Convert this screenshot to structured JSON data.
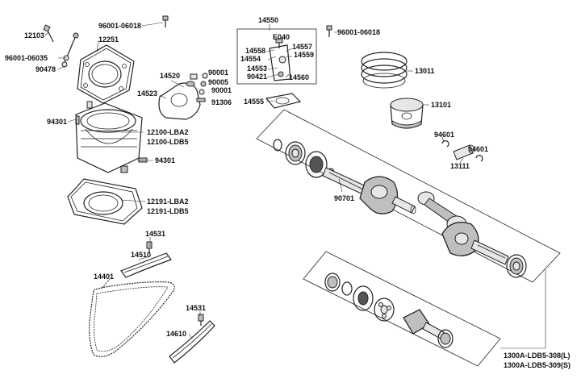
{
  "colors": {
    "line": "#222222",
    "fill_grey": "#bfbfbf",
    "fill_dark": "#555555",
    "background": "#ffffff"
  },
  "labels": {
    "p12103": "12103",
    "p12251": "12251",
    "p96001_06018_top": "96001-06018",
    "p96001_06035": "96001-06035",
    "p90478": "90478",
    "p94301_a": "94301",
    "p12100_lba2": "12100-LBA2",
    "p12100_ldb5": "12100-LDB5",
    "p94301_b": "94301",
    "p12191_lba2": "12191-LBA2",
    "p12191_ldb5": "12191-LDB5",
    "p14520": "14520",
    "p14523": "14523",
    "p90001_a": "90001",
    "p90005": "90005",
    "p90001_b": "90001",
    "p91306": "91306",
    "p14550": "14550",
    "e040": "E040",
    "p14558": "14558",
    "p14557": "14557",
    "p14554": "14554",
    "p14559": "14559",
    "p14553": "14553",
    "p90421": "90421",
    "p14560": "14560",
    "p96001_06018_right": "96001-06018",
    "p14555": "14555",
    "p13011": "13011",
    "p13101": "13101",
    "p94601_a": "94601",
    "p94601_b": "94601",
    "p13111": "13111",
    "p90701": "90701",
    "p14531_a": "14531",
    "p14510": "14510",
    "p14401": "14401",
    "p14531_b": "14531",
    "p14610": "14610",
    "p1300a_l": "1300A-LDB5-308(L)",
    "p1300a_s": "1300A-LDB5-309(S)"
  }
}
